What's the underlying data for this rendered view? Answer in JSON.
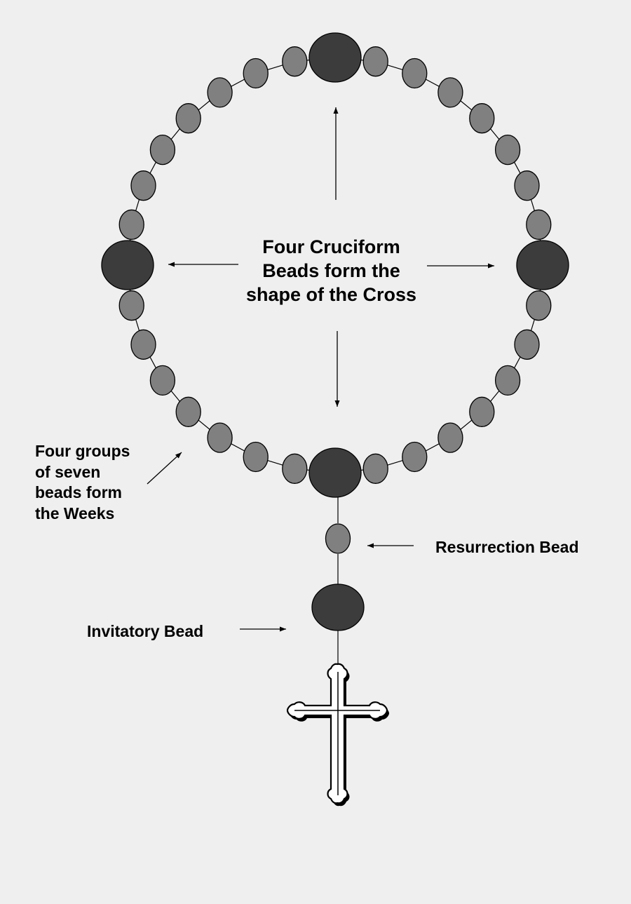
{
  "colors": {
    "background": "#efefef",
    "small_bead": "#808080",
    "large_bead": "#3c3c3c",
    "stroke": "#000000",
    "cross_fill": "#ffffff"
  },
  "icons": {
    "cross": "cross-icon",
    "arrows": "arrow-icon"
  },
  "labels": {
    "cruciform_lines": [
      "Four Cruciform",
      "Beads form the",
      "shape of the Cross"
    ],
    "weeks_lines": [
      "Four groups",
      "of seven",
      "beads form",
      "the Weeks"
    ],
    "resurrection": "Resurrection Bead",
    "invitatory": "Invitatory Bead"
  },
  "structure": {
    "cruciform_bead_count": 4,
    "week_group_count": 4,
    "beads_per_week": 7
  }
}
